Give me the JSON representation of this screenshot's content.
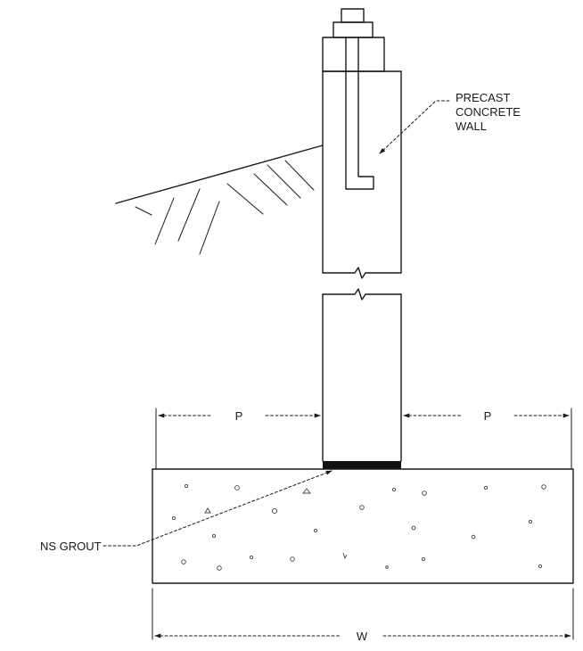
{
  "labels": {
    "wall_line1": "PRECAST",
    "wall_line2": "CONCRETE",
    "wall_line3": "WALL",
    "grout": "NS GROUT",
    "p_left": "P",
    "p_right": "P",
    "width": "W"
  },
  "colors": {
    "line": "#1a1a1a",
    "grout_pad": "#111111",
    "background": "#ffffff"
  }
}
